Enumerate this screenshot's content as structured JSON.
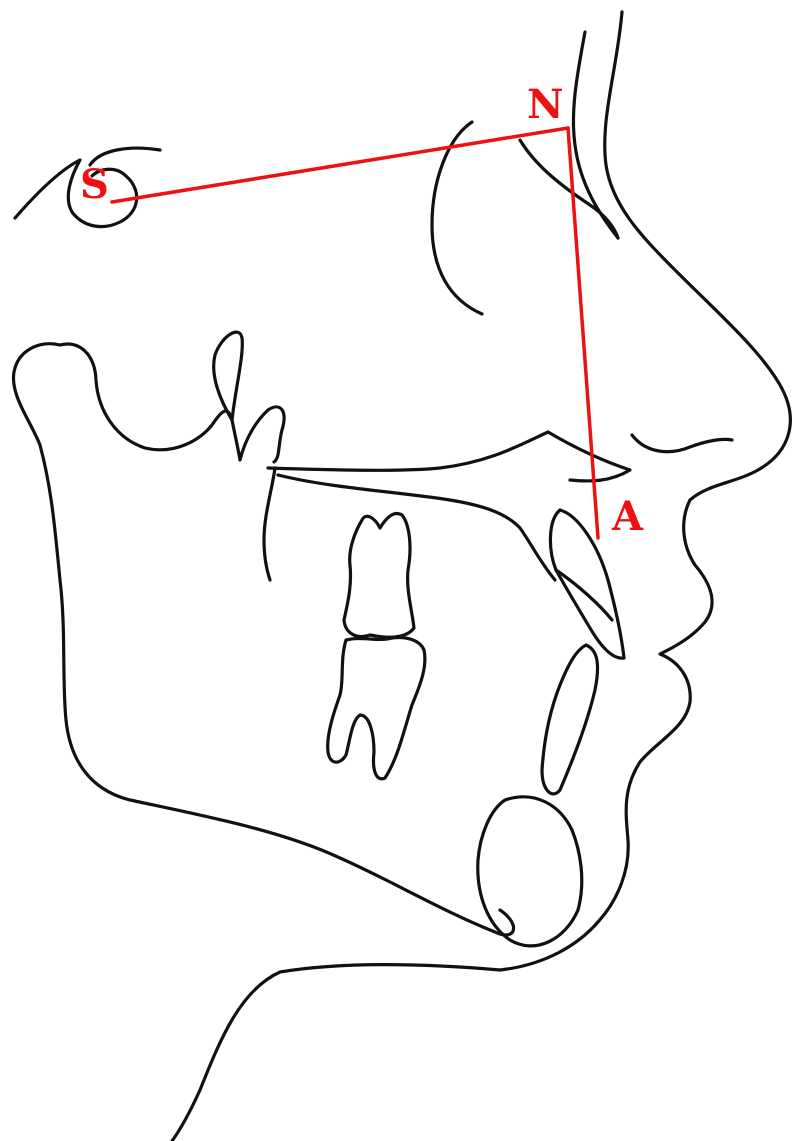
{
  "diagram": {
    "colors": {
      "tracing": "#111111",
      "reference": "#ee1111",
      "background": "#ffffff"
    },
    "landmarks": [
      {
        "id": "S",
        "label": "S"
      },
      {
        "id": "N",
        "label": "N"
      },
      {
        "id": "A",
        "label": "A"
      }
    ],
    "reference_lines": [
      {
        "from": "S",
        "to": "N"
      },
      {
        "from": "N",
        "to": "A"
      }
    ]
  }
}
